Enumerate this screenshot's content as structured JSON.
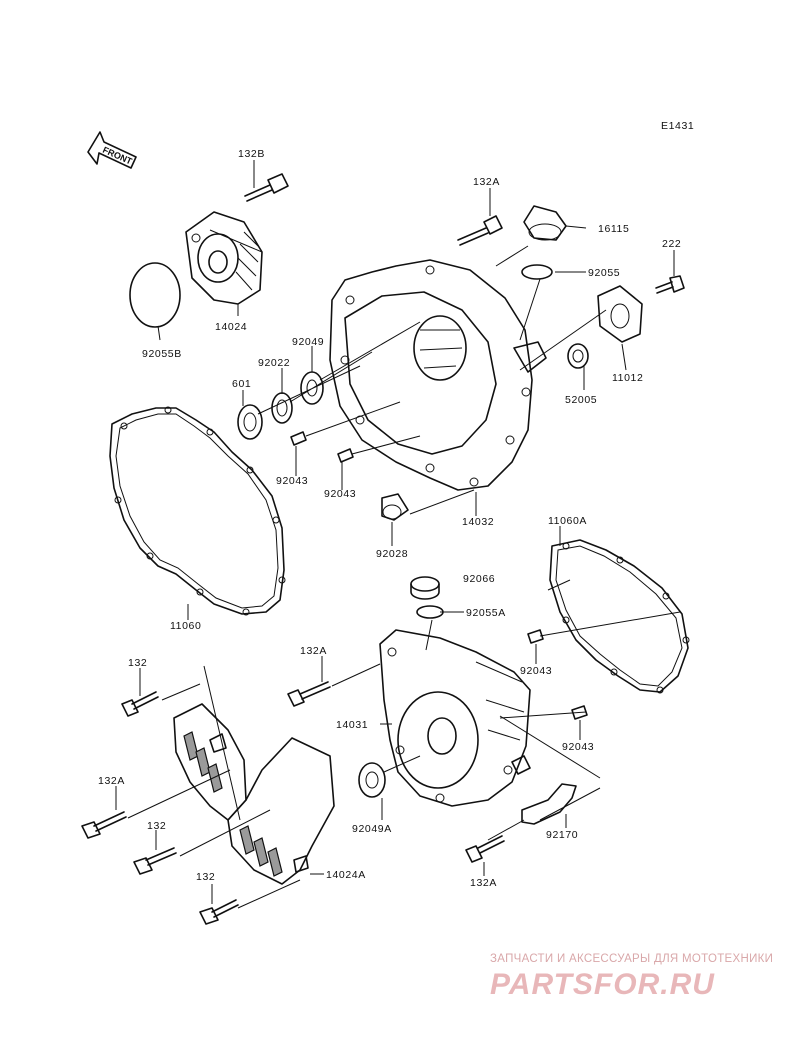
{
  "diagram_code": "E1431",
  "front_label": "FRONT",
  "labels": {
    "p132B": "132B",
    "p132A_top": "132A",
    "p16115": "16115",
    "p222": "222",
    "p92055": "92055",
    "p11012": "11012",
    "p52005": "52005",
    "p92055B": "92055B",
    "p14024": "14024",
    "p92049": "92049",
    "p92022": "92022",
    "p601": "601",
    "p92043_a": "92043",
    "p92043_b": "92043",
    "p14032": "14032",
    "p92028": "92028",
    "p11060A": "11060A",
    "p11060": "11060",
    "p92066": "92066",
    "p92055A": "92055A",
    "p132A_mid": "132A",
    "p132_a": "132",
    "p92043_c": "92043",
    "p14031": "14031",
    "p92043_d": "92043",
    "p132A_left": "132A",
    "p132_b": "132",
    "p92049A": "92049A",
    "p92170": "92170",
    "p132_c": "132",
    "p14024A": "14024A",
    "p132A_bot": "132A"
  },
  "watermark": {
    "tagline": "ЗАПЧАСТИ И АКСЕССУАРЫ ДЛЯ МОТОТЕХНИКИ",
    "brand": "PARTSFOR.RU"
  }
}
